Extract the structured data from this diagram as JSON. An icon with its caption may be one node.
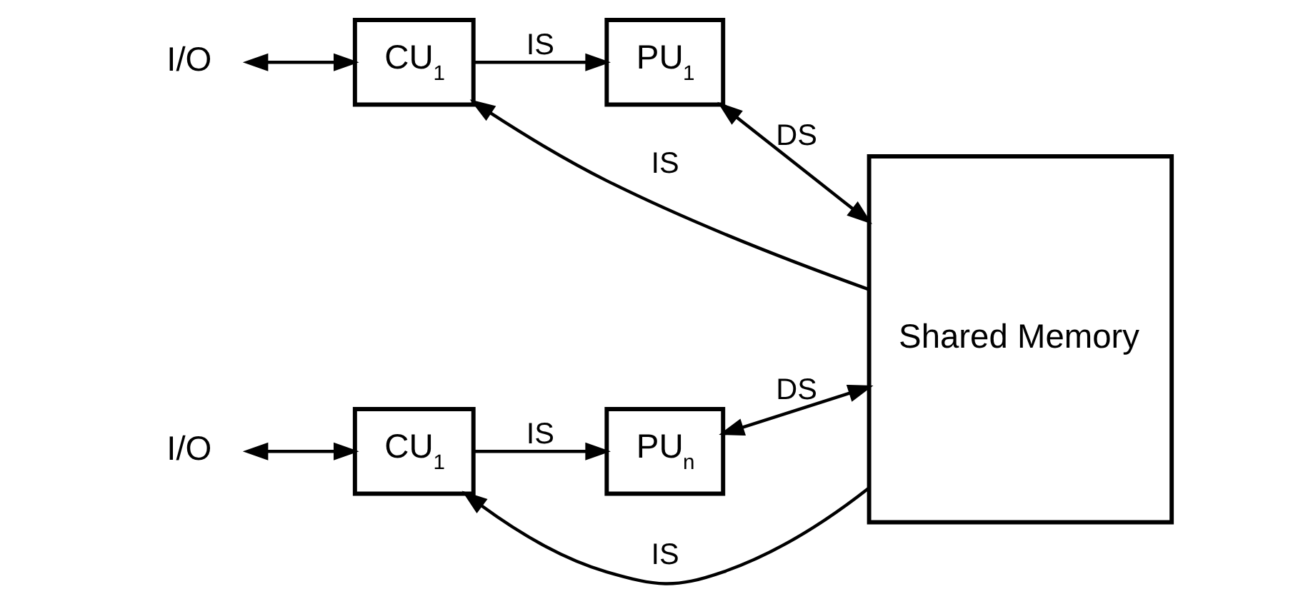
{
  "diagram": {
    "nodes": [
      {
        "text": [
          "I/O"
        ]
      },
      {
        "text": [
          "CU$_{1}$"
        ]
      },
      {
        "text": [
          "PU$_{1}$"
        ]
      },
      {
        "text": [
          "I/O"
        ]
      },
      {
        "text": [
          "CU$_{1}$"
        ]
      },
      {
        "text": [
          "PU$_{n}$"
        ]
      },
      {
        "text": [
          "Shared Memory"
        ]
      }
    ],
    "edges": [
      {
        "from": 0,
        "to": 1,
        "arrow": "both"
      },
      {
        "from": 1,
        "to": 2,
        "arrow": "to",
        "label": "IS"
      },
      {
        "from": 2,
        "to": 6,
        "arrow": "both",
        "label": "DS"
      },
      {
        "from": 6,
        "to": 1,
        "arrow": "to",
        "label": "IS"
      },
      {
        "from": 3,
        "to": 4,
        "arrow": "both"
      },
      {
        "from": 4,
        "to": 5,
        "arrow": "to",
        "label": "IS"
      },
      {
        "from": 5,
        "to": 6,
        "arrow": "both",
        "label": "DS"
      },
      {
        "from": 6,
        "to": 4,
        "arrow": "to",
        "label": "IS"
      }
    ]
  }
}
